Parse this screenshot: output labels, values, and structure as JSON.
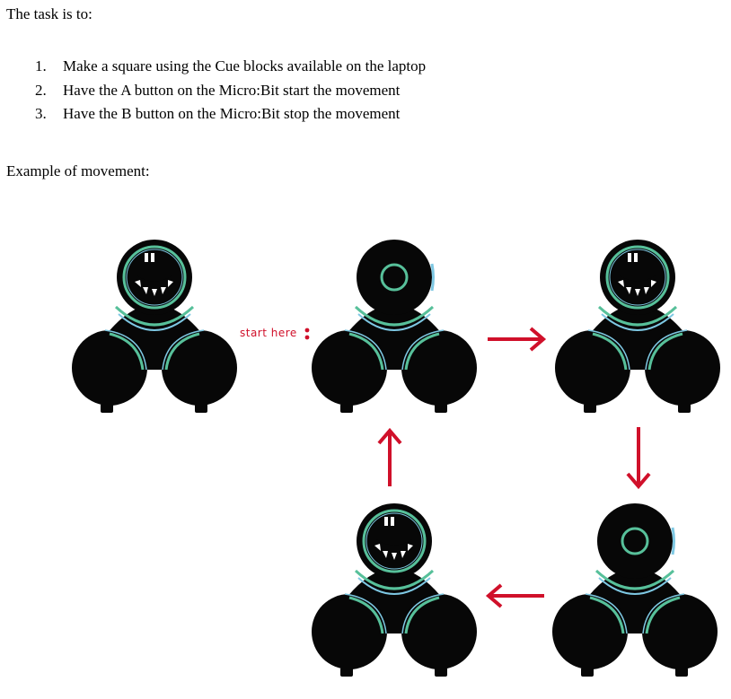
{
  "heading": "The task is to:",
  "tasks": [
    {
      "num": "1.",
      "text": "Make a square using the Cue blocks available on the laptop"
    },
    {
      "num": "2.",
      "text": "Have the A button on the Micro:Bit start the movement"
    },
    {
      "num": "3.",
      "text": "Have the B button on the Micro:Bit stop the movement"
    }
  ],
  "example_label": "Example of movement:",
  "start_label": "start here",
  "colors": {
    "robot_body": "#070707",
    "ring_green": "#57c09a",
    "ring_blue": "#7ec8e3",
    "arrow_red": "#d0102a"
  },
  "robots": [
    {
      "face": "mouth"
    },
    {
      "face": "circle"
    },
    {
      "face": "mouth"
    },
    {
      "face": "circle"
    },
    {
      "face": "mouth"
    }
  ],
  "arrows": [
    {
      "direction": "right"
    },
    {
      "direction": "down"
    },
    {
      "direction": "left"
    },
    {
      "direction": "up"
    }
  ]
}
